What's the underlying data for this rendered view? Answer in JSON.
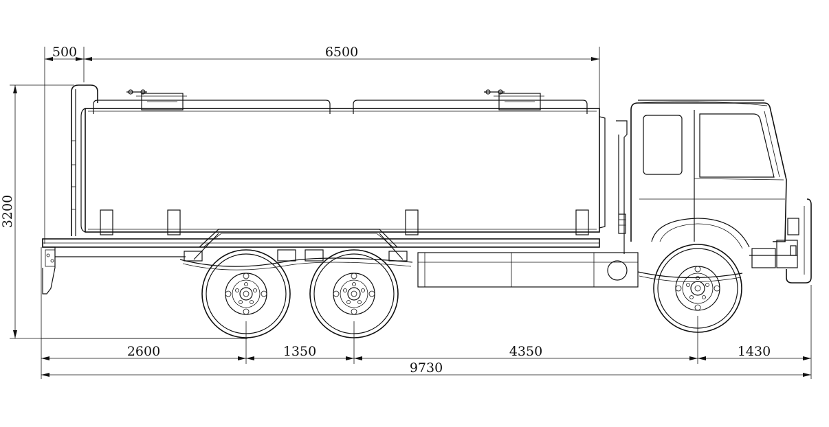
{
  "drawing": {
    "dimensions": {
      "rear_overhang_top": "500",
      "tank_length": "6500",
      "overall_height": "3200",
      "rear_to_axle": "2600",
      "axle_spacing": "1350",
      "wheelbase": "4350",
      "front_overhang": "1430",
      "overall_length": "9730"
    },
    "colors": {
      "line": "#111111",
      "background": "#ffffff"
    }
  }
}
